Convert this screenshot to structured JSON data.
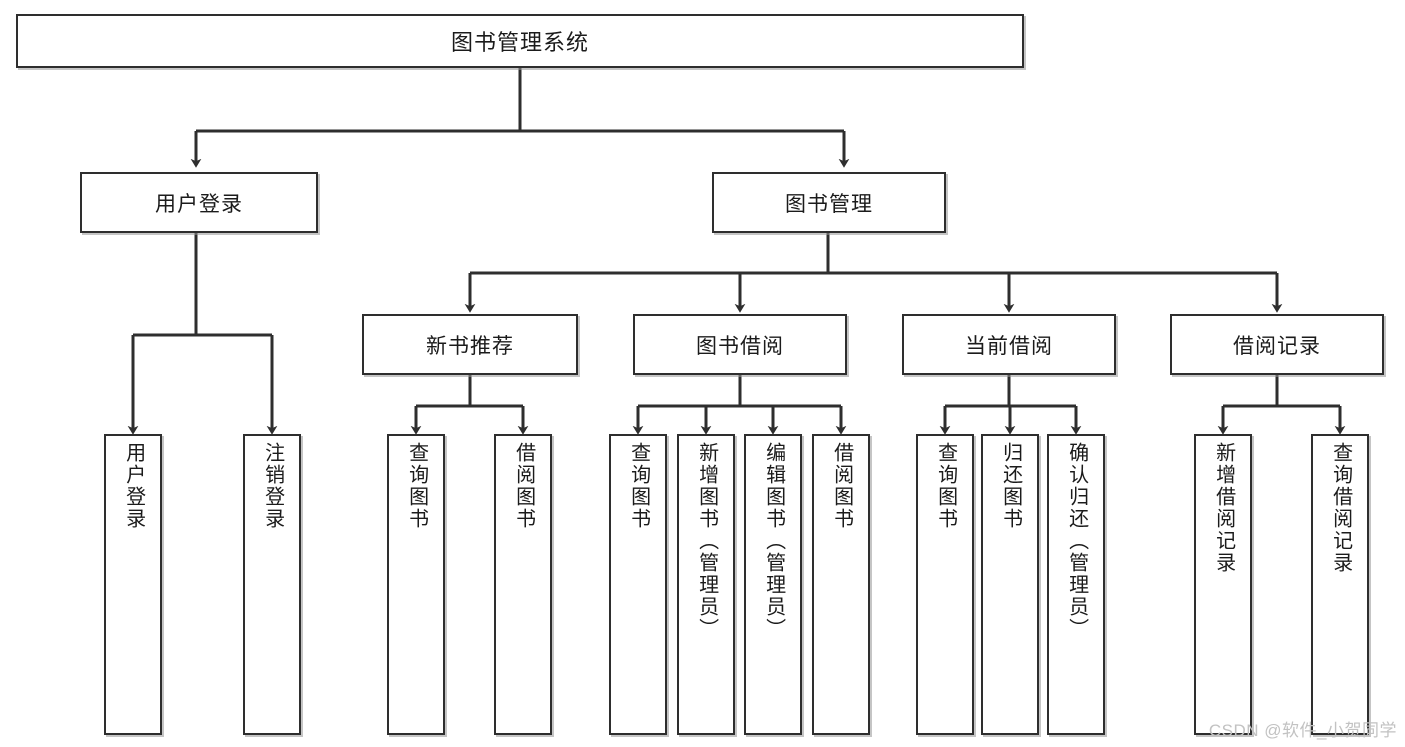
{
  "diagram": {
    "title": "图书管理系统",
    "type": "tree",
    "watermark": "CSDN @软件_小贺同学",
    "colors": {
      "node_border": "#2e2e2e",
      "node_fill": "#ffffff",
      "connector": "#2e2e2e",
      "text": "#1b1b1b",
      "watermark": "#c2c2c2"
    },
    "nodes": {
      "root": {
        "label": "图书管理系统"
      },
      "level1": [
        {
          "label": "用户登录"
        },
        {
          "label": "图书管理"
        }
      ],
      "level2": [
        {
          "label": "新书推荐"
        },
        {
          "label": "图书借阅"
        },
        {
          "label": "当前借阅"
        },
        {
          "label": "借阅记录"
        }
      ],
      "leaves": {
        "user_login": [
          {
            "label": "用户登录"
          },
          {
            "label": "注销登录"
          }
        ],
        "new_book_recommend": [
          {
            "label": "查询图书"
          },
          {
            "label": "借阅图书"
          }
        ],
        "book_borrow": [
          {
            "label": "查询图书"
          },
          {
            "label": "新增图书（管理员）"
          },
          {
            "label": "编辑图书（管理员）"
          },
          {
            "label": "借阅图书"
          }
        ],
        "current_borrow": [
          {
            "label": "查询图书"
          },
          {
            "label": "归还图书"
          },
          {
            "label": "确认归还（管理员）"
          }
        ],
        "borrow_record": [
          {
            "label": "新增借阅记录"
          },
          {
            "label": "查询借阅记录"
          }
        ]
      }
    }
  }
}
